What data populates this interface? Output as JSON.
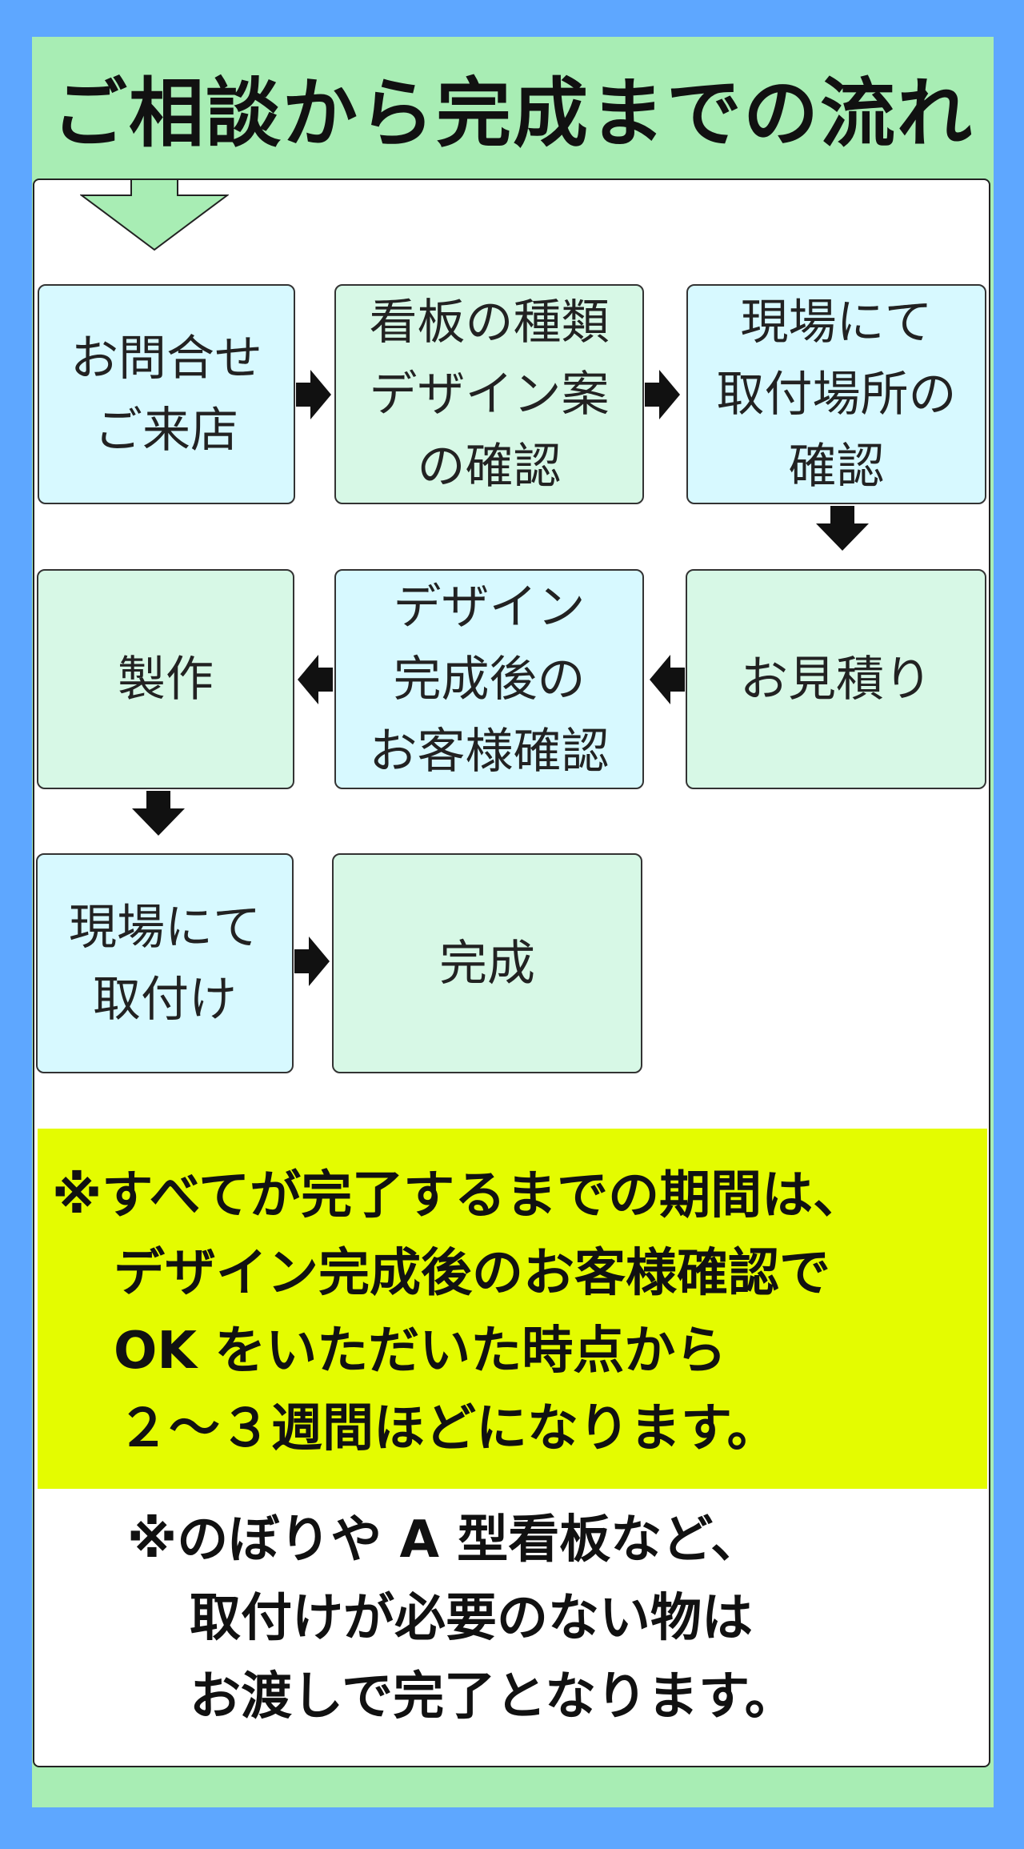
{
  "title": "ご相談から完成までの流れ",
  "colors": {
    "background": "#5ea7ff",
    "panel_green": "#a8edb4",
    "box_cyan": "#d7f9ff",
    "box_mint": "#d7f8e6",
    "note_yellow": "#e4fc00",
    "arrow_start": "#a8edb4",
    "arrow": "#111111"
  },
  "steps": [
    {
      "label": "お問合せ\nご来店"
    },
    {
      "label": "看板の種類\nデザイン案\nの確認"
    },
    {
      "label": "現場にて\n取付場所の\n確認"
    },
    {
      "label": "お見積り"
    },
    {
      "label": "デザイン\n完成後の\nお客様確認"
    },
    {
      "label": "製作"
    },
    {
      "label": "現場にて\n取付け"
    },
    {
      "label": "完成"
    }
  ],
  "note1": {
    "lines": [
      "※すべてが完了するまでの期間は、",
      "デザイン完成後のお客様確認で",
      "OK をいただいた時点から",
      "２～３週間ほどになります。"
    ]
  },
  "note2": {
    "lines": [
      "※のぼりや A 型看板など、",
      "取付けが必要のない物は",
      "お渡しで完了となります。"
    ]
  }
}
